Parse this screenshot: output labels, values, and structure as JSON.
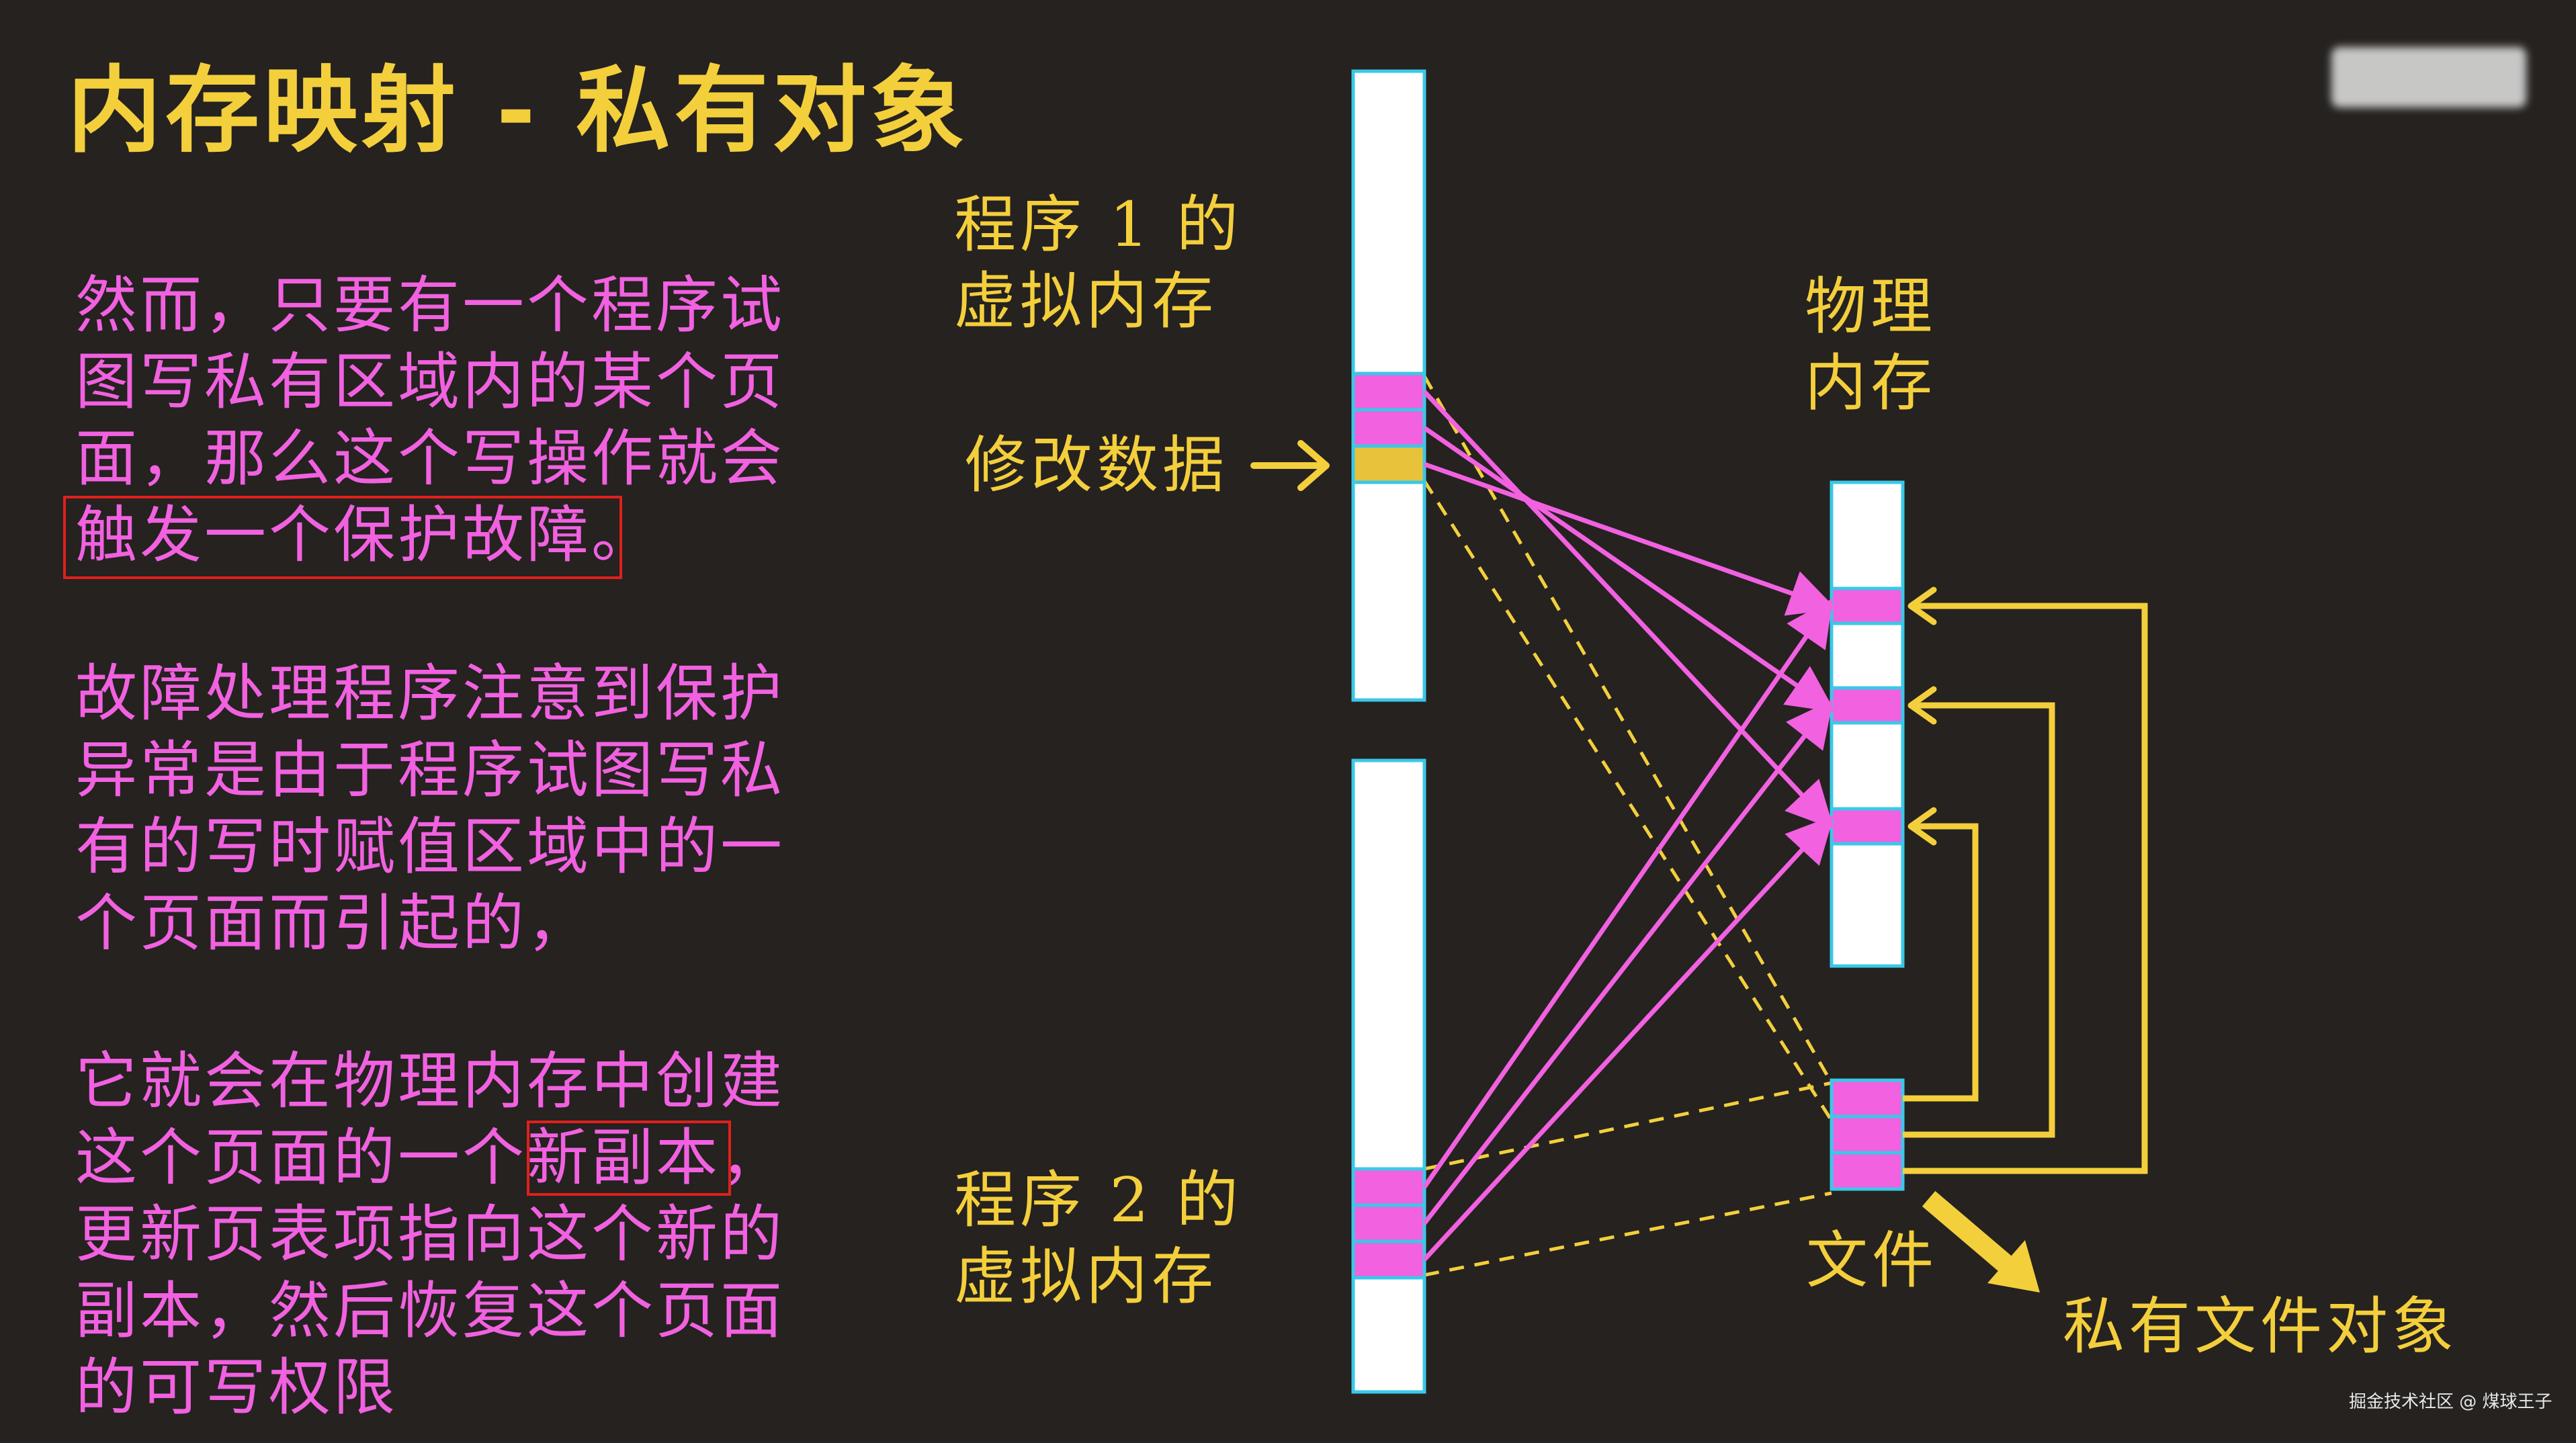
{
  "title": "内存映射 - 私有对象",
  "paragraphs": [
    {
      "lines": [
        "然而，只要有一个程序试",
        "图写私有区域内的某个页",
        "面，那么这个写操作就会",
        "触发一个保护故障。"
      ]
    },
    {
      "lines": [
        "故障处理程序注意到保护",
        "异常是由于程序试图写私",
        "有的写时赋值区域中的一",
        "个页面而引起的，"
      ]
    },
    {
      "lines": [
        "它就会在物理内存中创建",
        "这个页面的一个新副本，",
        "更新页表项指向这个新的",
        "副本，然后恢复这个页面",
        "的可写权限"
      ]
    }
  ],
  "diagram": {
    "program1_label": [
      "程序 1 的",
      "虚拟内存"
    ],
    "program2_label": [
      "程序 2 的",
      "虚拟内存"
    ],
    "modify_label": "修改数据",
    "physical_label": [
      "物理",
      "内存"
    ],
    "file_label": "文件",
    "private_object_label": "私有文件对象"
  },
  "colors": {
    "background": "#252220",
    "accent_yellow": "#f4cf3c",
    "page_pink": "#f161e0",
    "memory_white": "#ffffff",
    "border_cyan": "#3ac8e8",
    "highlight_red": "#e0201c"
  },
  "watermark": "掘金技术社区 @ 煤球王子"
}
